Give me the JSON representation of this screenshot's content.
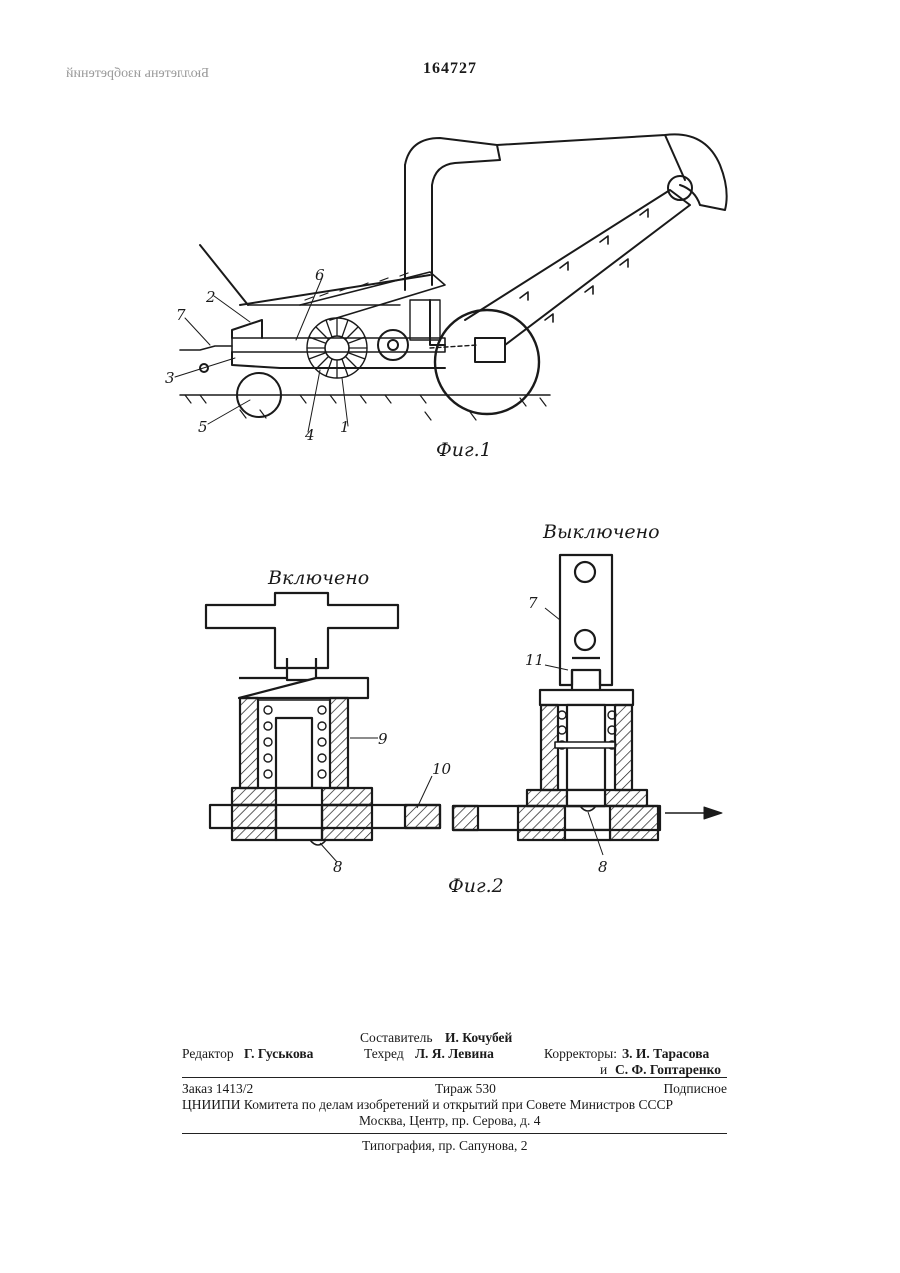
{
  "patent_number": "164727",
  "ghost_text": "Бюллетень изобретений",
  "fig1": {
    "caption": "Фиг.1",
    "labels": [
      "1",
      "2",
      "3",
      "4",
      "5",
      "6",
      "7"
    ]
  },
  "fig2": {
    "caption": "Фиг.2",
    "state_on": "Включено",
    "state_off": "Выключено",
    "labels": {
      "l7": "7",
      "l8a": "8",
      "l8b": "8",
      "l9": "9",
      "l10": "10",
      "l11": "11"
    }
  },
  "imprint": {
    "compiler_label": "Составитель",
    "compiler_name": "И. Кочубей",
    "editor_label": "Редактор",
    "editor_name": "Г. Гуськова",
    "tech_label": "Техред",
    "tech_name": "Л. Я. Левина",
    "correctors_label": "Корректоры:",
    "corrector1": "З. И. Тарасова",
    "corrector2_prefix": "и",
    "corrector2": "С. Ф. Гоптаренко",
    "order": "Заказ 1413/2",
    "circulation": "Тираж 530",
    "subscription": "Подписное",
    "org_line": "ЦНИИПИ Комитета по делам изобретений и открытий при Совете Министров СССР",
    "address": "Москва, Центр, пр. Серова, д. 4",
    "printer": "Типография, пр. Сапунова, 2"
  }
}
